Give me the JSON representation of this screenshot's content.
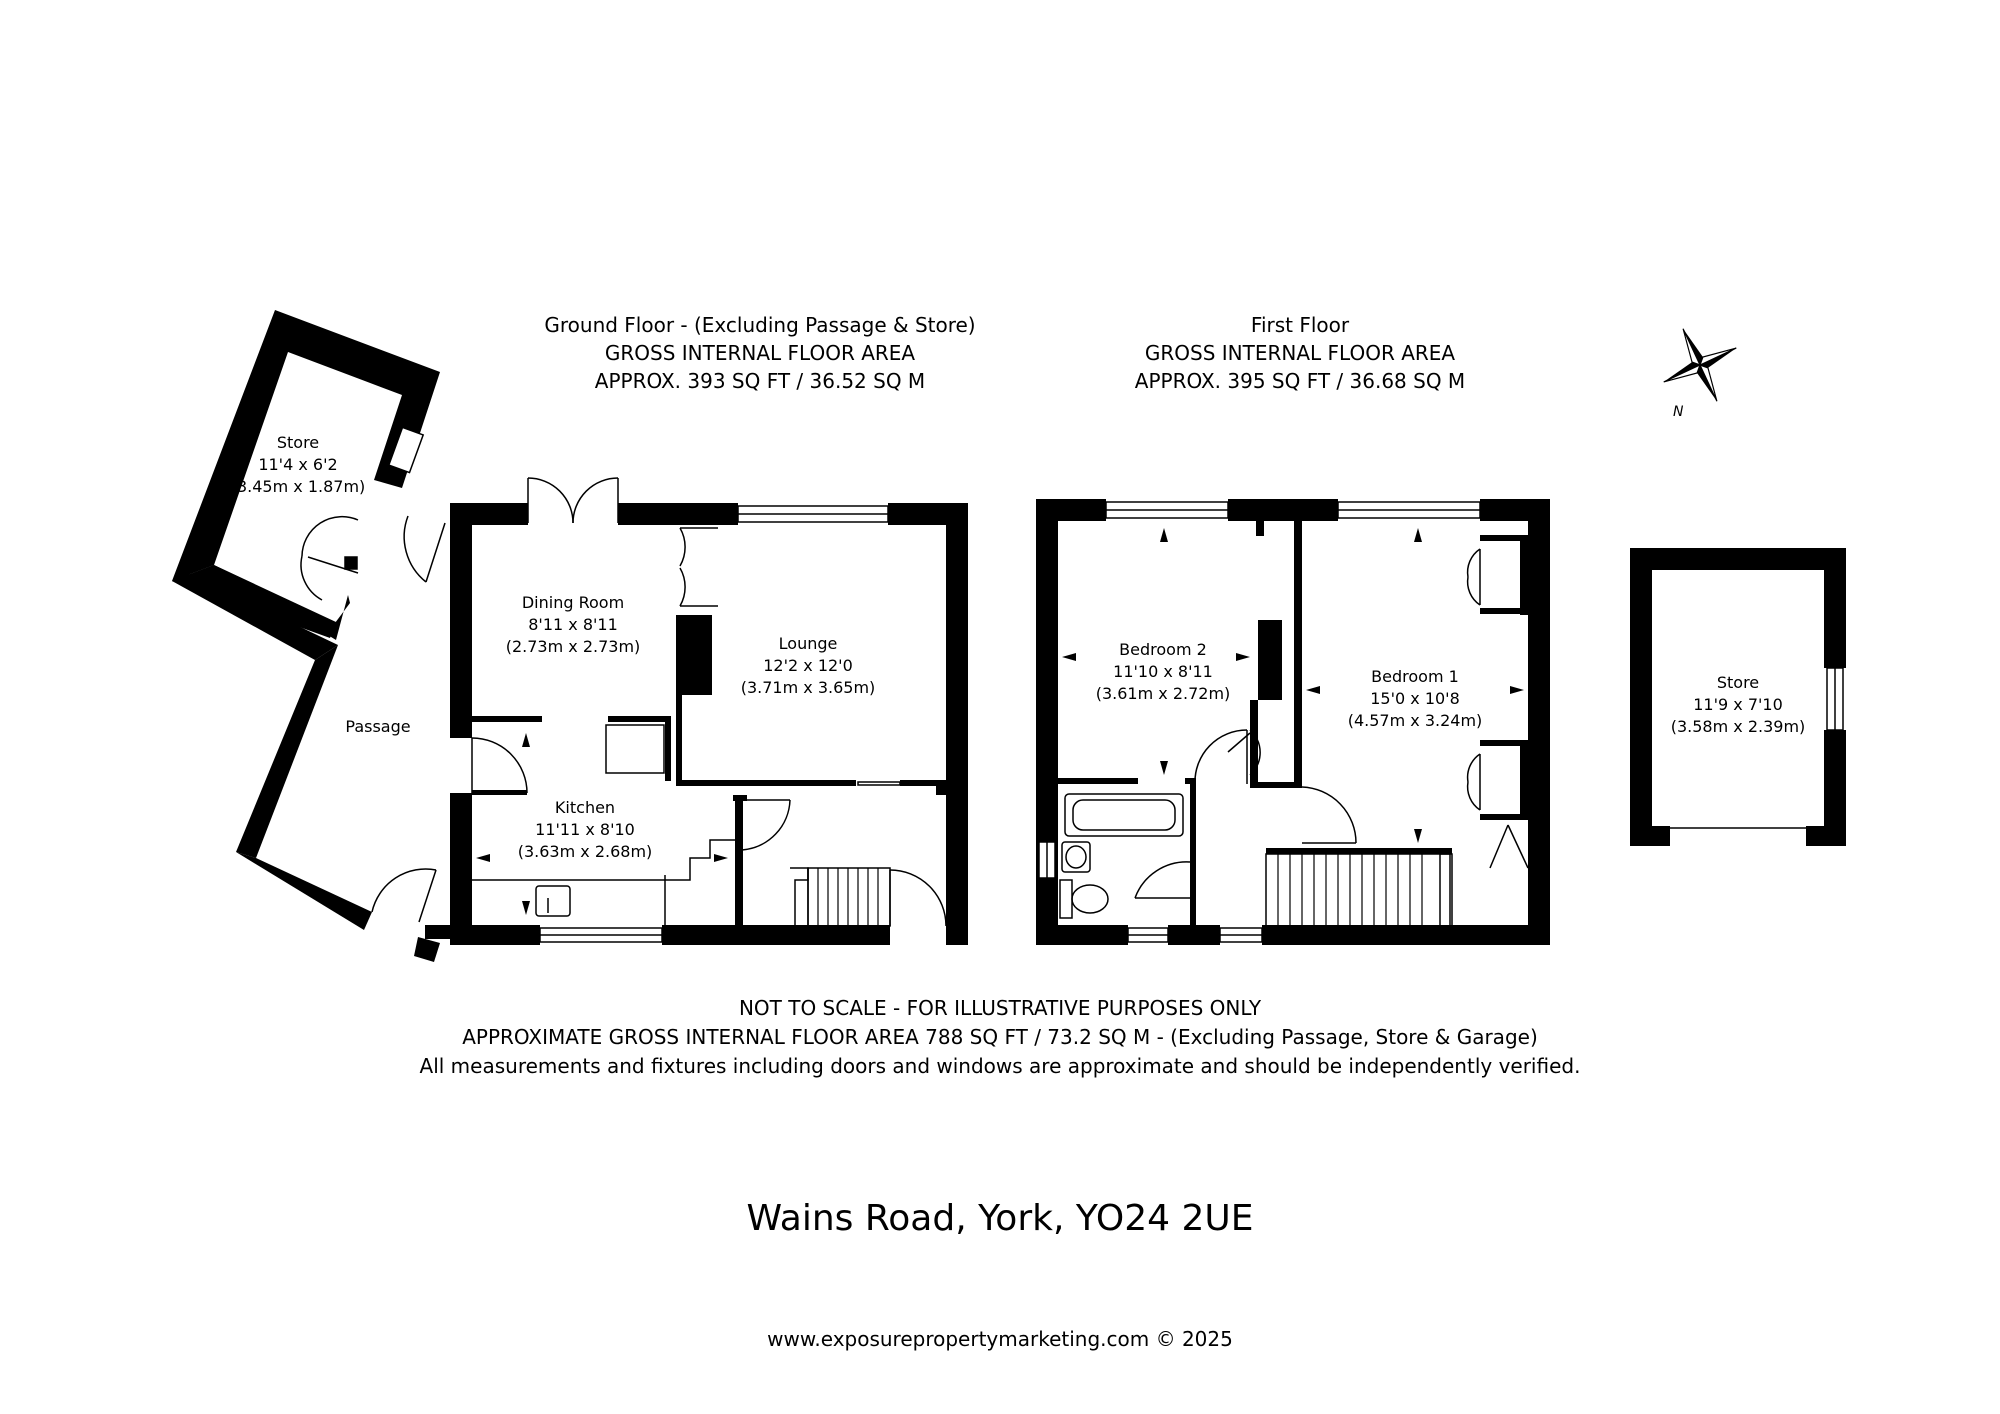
{
  "headers": {
    "ground": {
      "line1": "Ground Floor - (Excluding Passage & Store)",
      "line2": "GROSS INTERNAL FLOOR AREA",
      "line3": "APPROX. 393 SQ FT / 36.52 SQ M"
    },
    "first": {
      "line1": "First Floor",
      "line2": "GROSS INTERNAL FLOOR AREA",
      "line3": "APPROX. 395 SQ FT / 36.68 SQ M"
    }
  },
  "rooms": {
    "store_left": {
      "name": "Store",
      "dims": "11'4 x 6'2",
      "metric": "(3.45m x 1.87m)"
    },
    "passage": {
      "name": "Passage"
    },
    "dining": {
      "name": "Dining Room",
      "dims": "8'11 x 8'11",
      "metric": "(2.73m x 2.73m)"
    },
    "lounge": {
      "name": "Lounge",
      "dims": "12'2 x 12'0",
      "metric": "(3.71m x 3.65m)"
    },
    "kitchen": {
      "name": "Kitchen",
      "dims": "11'11 x 8'10",
      "metric": "(3.63m x 2.68m)"
    },
    "bedroom2": {
      "name": "Bedroom 2",
      "dims": "11'10 x 8'11",
      "metric": "(3.61m x 2.72m)"
    },
    "bedroom1": {
      "name": "Bedroom 1",
      "dims": "15'0 x 10'8",
      "metric": "(4.57m x 3.24m)"
    },
    "store_right": {
      "name": "Store",
      "dims": "11'9 x 7'10",
      "metric": "(3.58m x 2.39m)"
    }
  },
  "compass": {
    "label": "N",
    "icon": "compass-rose-icon"
  },
  "footer": {
    "line1": "NOT TO SCALE - FOR ILLUSTRATIVE PURPOSES ONLY",
    "line2": "APPROXIMATE GROSS INTERNAL FLOOR AREA 788 SQ FT / 73.2 SQ M  - (Excluding Passage, Store & Garage)",
    "line3": "All measurements and fixtures including doors and windows are approximate and should be independently verified."
  },
  "address": "Wains Road, York, YO24 2UE",
  "website": "www.exposurepropertymarketing.com © 2025",
  "colors": {
    "wall": "#000000",
    "background": "#ffffff",
    "fixture": "#333333"
  }
}
